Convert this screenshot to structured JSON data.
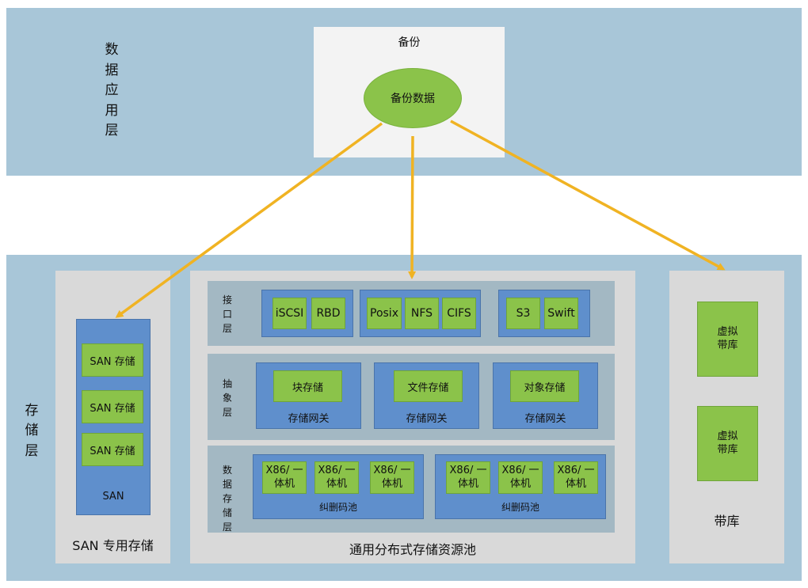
{
  "app_layer": {
    "label": "数据应用层",
    "backup_box_title": "备份",
    "backup_data": "备份数据"
  },
  "storage_layer": {
    "label": "存储层",
    "san_panel": {
      "title": "SAN 专用存储",
      "san_block_label": "SAN",
      "items": [
        "SAN 存储",
        "SAN 存储",
        "SAN 存储"
      ]
    },
    "general_pool": {
      "title": "通用分布式存储资源池",
      "interface_layer": {
        "label": "接口层",
        "groups": [
          [
            "iSCSI",
            "RBD"
          ],
          [
            "Posix",
            "NFS",
            "CIFS"
          ],
          [
            "S3",
            "Swift"
          ]
        ]
      },
      "abstraction_layer": {
        "label": "抽象层",
        "gateways": [
          {
            "item": "块存储",
            "gateway": "存储网关"
          },
          {
            "item": "文件存储",
            "gateway": "存储网关"
          },
          {
            "item": "对象存储",
            "gateway": "存储网关"
          }
        ]
      },
      "data_storage_layer": {
        "label": "数据存储层",
        "pools": [
          {
            "name": "纠删码池",
            "nodes": [
              "X86/ 一体机",
              "X86/ 一体机",
              "X86/ 一体机"
            ]
          },
          {
            "name": "纠删码池",
            "nodes": [
              "X86/ 一体机",
              "X86/ 一体机",
              "X86/ 一体机"
            ]
          }
        ]
      }
    },
    "tape_panel": {
      "title": "带库",
      "items": [
        "虚拟 带库",
        "虚拟 带库"
      ]
    }
  },
  "colors": {
    "band": "#a8c6d8",
    "green": "#8bc34a",
    "blue": "#5f8fcc",
    "arrow": "#f0b323"
  }
}
